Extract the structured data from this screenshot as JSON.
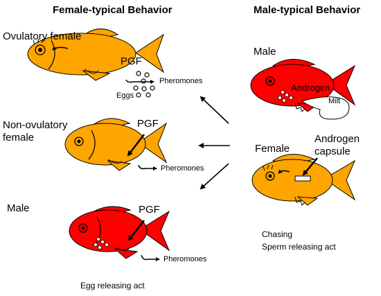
{
  "headers": {
    "female_typical": "Female-typical Behavior",
    "male_typical": "Male-typical Behavior"
  },
  "left": {
    "ovulatory": {
      "label": "Ovulatory female",
      "hormone": "PGF",
      "eggs": "Eggs",
      "pheromones": "Pheromones"
    },
    "non_ovulatory": {
      "label_line1": "Non-ovulatory",
      "label_line2": "female",
      "hormone": "PGF",
      "pheromones": "Pheromones"
    },
    "male": {
      "label": "Male",
      "hormone": "PGF",
      "pheromones": "Pheromones"
    },
    "behavior": "Egg releasing act"
  },
  "right": {
    "male": {
      "label": "Male",
      "hormone": "Androgen",
      "milt": "Milt"
    },
    "female": {
      "label": "Female",
      "capsule_line1": "Androgen",
      "capsule_line2": "capsule"
    },
    "behavior_line1": "Chasing",
    "behavior_line2": "Sperm releasing act"
  },
  "colors": {
    "orange_fish": "#ffa500",
    "red_fish": "#ff0000",
    "outline": "#000000"
  }
}
